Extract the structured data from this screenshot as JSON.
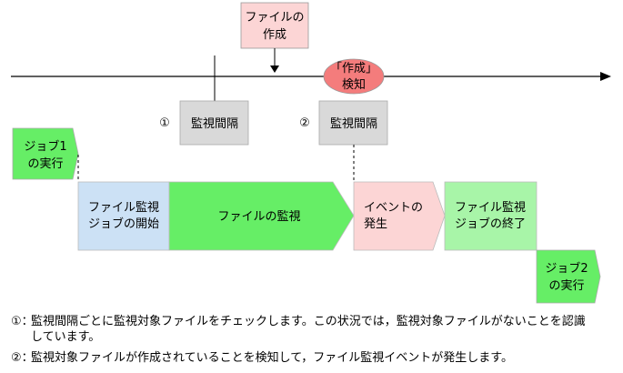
{
  "file_creation": [
    "ファイルの",
    "作成"
  ],
  "detect": [
    "「作成」",
    "検知"
  ],
  "interval_1": {
    "marker": "①",
    "label": "監視間隔"
  },
  "interval_2": {
    "marker": "②",
    "label": "監視間隔"
  },
  "job1": [
    "ジョブ1",
    "の実行"
  ],
  "job2": [
    "ジョブ2",
    "の実行"
  ],
  "steps": {
    "start": [
      "ファイル監視",
      "ジョブの開始"
    ],
    "monitor": "ファイルの監視",
    "event": [
      "イベントの",
      "発生"
    ],
    "end": [
      "ファイル監視",
      "ジョブの終了"
    ]
  },
  "notes": [
    {
      "marker": "①：",
      "text": "監視間隔ごとに監視対象ファイルをチェックします。この状況では，監視対象ファイルがないことを認識しています。"
    },
    {
      "marker": "②：",
      "text": "監視対象ファイルが作成されていることを検知して，ファイル監視イベントが発生します。"
    }
  ],
  "colors": {
    "file_creation_fill": "#fcd5d5",
    "detect_fill": "#f47c7c",
    "interval_fill": "#d9d9d9",
    "job_fill": "#66ee66",
    "start_fill": "#cce1f5",
    "monitor_fill": "#66ee66",
    "event_fill": "#fcd5d5",
    "end_fill": "#a8f5a8"
  }
}
